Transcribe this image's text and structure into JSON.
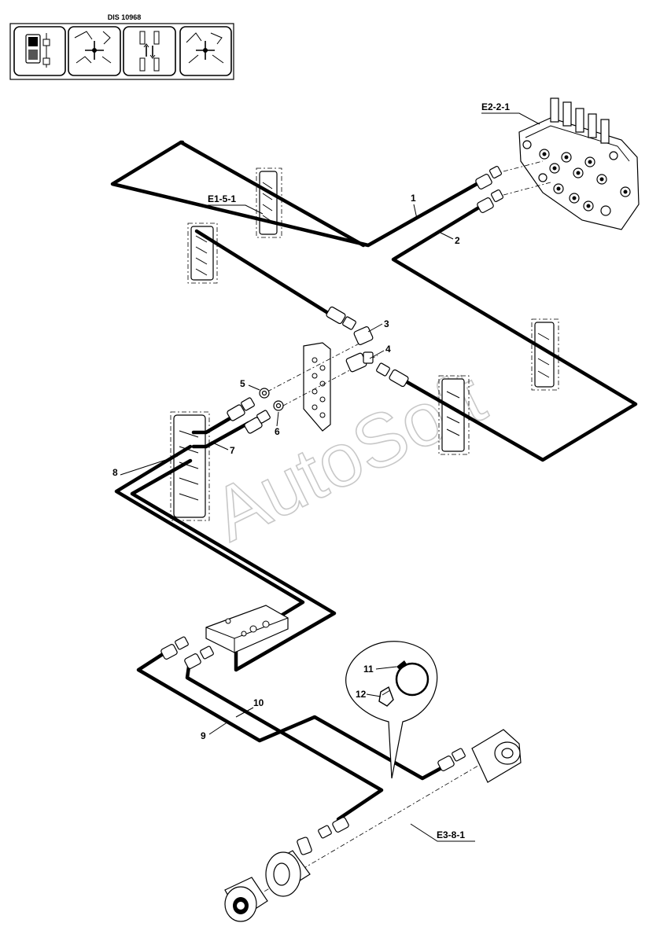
{
  "header": {
    "code": "DIS 10968",
    "icons": [
      "control-console-icon",
      "boom-dipper-movements-icon",
      "track-travel-icon",
      "excavator-swing-icon"
    ]
  },
  "references": {
    "control_valve": "E2-2-1",
    "hose_support": "E1-5-1",
    "cylinder": "E3-8-1"
  },
  "callouts": [
    "1",
    "2",
    "3",
    "4",
    "5",
    "6",
    "7",
    "8",
    "9",
    "10",
    "11",
    "12"
  ],
  "watermark": "AutoSoft"
}
